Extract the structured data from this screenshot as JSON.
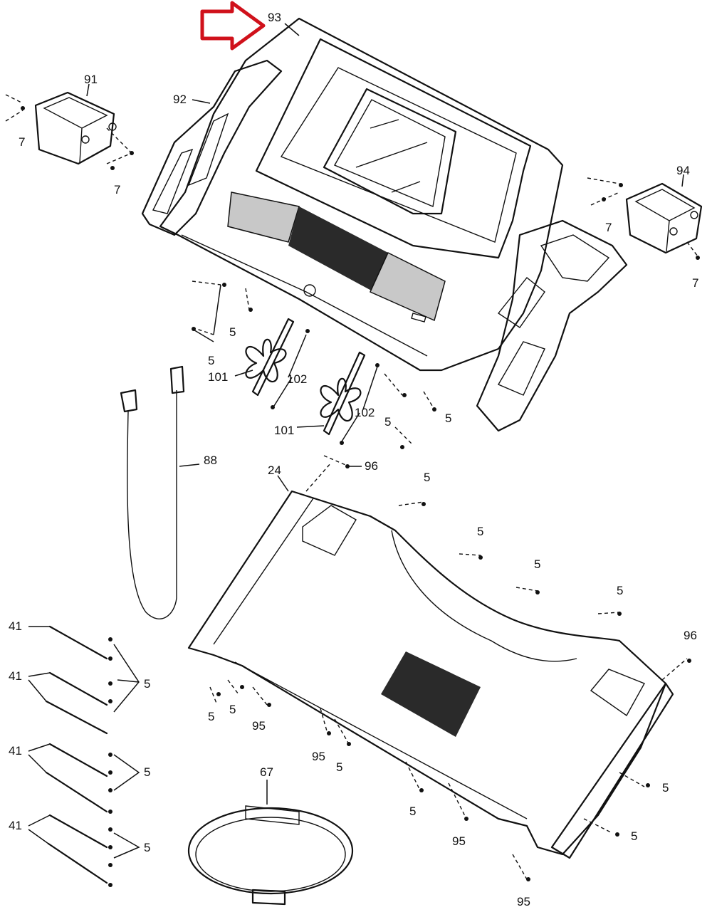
{
  "highlight_color": "#d0111b",
  "callouts": {
    "c93": "93",
    "c92": "92",
    "c91": "91",
    "c94": "94",
    "c7a": "7",
    "c7b": "7",
    "c7c": "7",
    "c7d": "7",
    "c5a": "5",
    "c5b": "5",
    "c5c": "5",
    "c5d": "5",
    "c101a": "101",
    "c101b": "101",
    "c102a": "102",
    "c102b": "102",
    "c88": "88",
    "c24": "24",
    "c96a": "96",
    "c96b": "96",
    "c5e": "5",
    "c5f": "5",
    "c5g": "5",
    "c5h": "5",
    "c41a": "41",
    "c41b": "41",
    "c41c": "41",
    "c41d": "41",
    "c5i": "5",
    "c5j": "5",
    "c5k": "5",
    "c5l": "5",
    "c5m": "5",
    "c95a": "95",
    "c95b": "95",
    "c5n": "5",
    "c5o": "5",
    "c95c": "95",
    "c5p": "5",
    "c5q": "5",
    "c95d": "95",
    "c67": "67"
  },
  "icons": [
    "arrow-pointer-icon",
    "fan-icon",
    "screw-icon"
  ]
}
